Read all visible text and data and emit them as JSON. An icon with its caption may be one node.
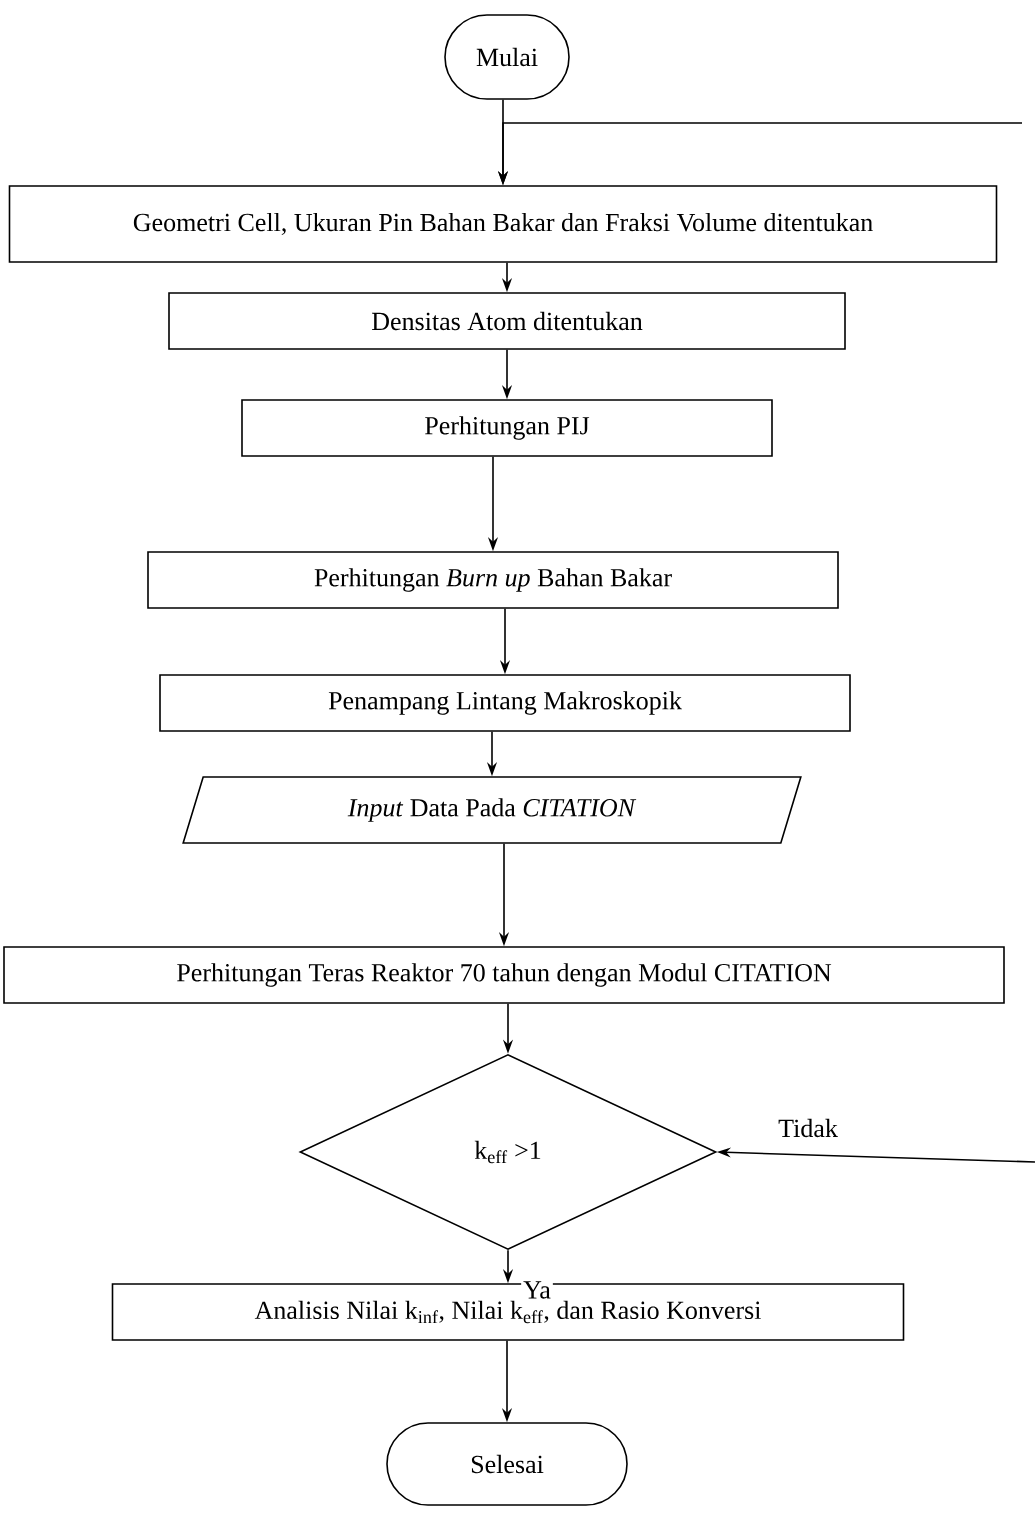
{
  "diagram": {
    "nodes": [
      {
        "text": [
          "Mulai"
        ]
      },
      {
        "text": [
          "Geometri Cell, Ukuran Pin Bahan Bakar dan Fraksi Volume ditentukan"
        ]
      },
      {
        "text": [
          "Densitas Atom ditentukan"
        ]
      },
      {
        "text": [
          "Perhitungan PIJ"
        ]
      },
      {
        "text": [
          "Perhitungan *Burn up* Bahan Bakar"
        ]
      },
      {
        "text": [
          "Penampang Lintang Makroskopik"
        ]
      },
      {
        "text": [
          "*Input* Data Pada *CITATION*"
        ]
      },
      {
        "text": [
          "Perhitungan Teras Reaktor 70 tahun dengan Modul CITATION"
        ]
      },
      {
        "text": [
          "k$_{eff}$ >1"
        ]
      },
      {
        "text": [
          "Analisis Nilai k$_{inf}$, Nilai k$_{eff}$, dan Rasio Konversi"
        ]
      },
      {
        "text": [
          "Selesai"
        ]
      }
    ],
    "edges": [
      {
        "from": 0,
        "to": 1,
        "arrow": "to"
      },
      {
        "from": null,
        "to": 1,
        "arrow": "to"
      },
      {
        "from": 1,
        "to": 2,
        "arrow": "to"
      },
      {
        "from": 2,
        "to": 3,
        "arrow": "to"
      },
      {
        "from": 3,
        "to": 4,
        "arrow": "to"
      },
      {
        "from": 4,
        "to": 5,
        "arrow": "to"
      },
      {
        "from": 5,
        "to": 6,
        "arrow": "to"
      },
      {
        "from": 6,
        "to": 7,
        "arrow": "to"
      },
      {
        "from": 7,
        "to": 8,
        "arrow": "to"
      },
      {
        "from": null,
        "to": 8,
        "arrow": "to",
        "label": "Tidak"
      },
      {
        "from": 8,
        "to": 9,
        "arrow": "to",
        "label": "Ya"
      },
      {
        "from": 9,
        "to": 10,
        "arrow": "to"
      }
    ]
  }
}
